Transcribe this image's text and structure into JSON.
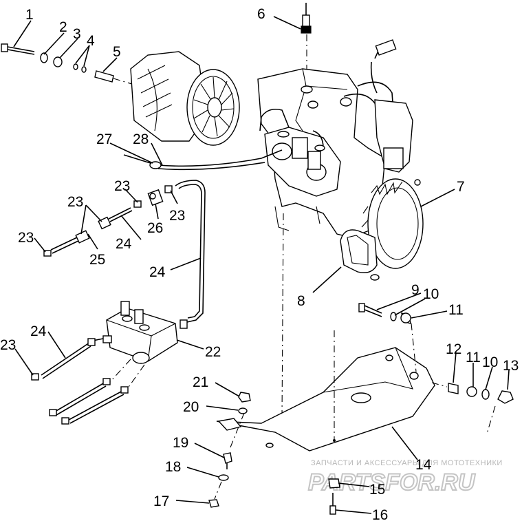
{
  "callouts": [
    {
      "id": "c1",
      "text": "1"
    },
    {
      "id": "c2",
      "text": "2"
    },
    {
      "id": "c3",
      "text": "3"
    },
    {
      "id": "c4",
      "text": "4"
    },
    {
      "id": "c5",
      "text": "5"
    },
    {
      "id": "c6",
      "text": "6"
    },
    {
      "id": "c7",
      "text": "7"
    },
    {
      "id": "c8",
      "text": "8"
    },
    {
      "id": "c9",
      "text": "9"
    },
    {
      "id": "c10a",
      "text": "10"
    },
    {
      "id": "c11a",
      "text": "11"
    },
    {
      "id": "c12",
      "text": "12"
    },
    {
      "id": "c11b",
      "text": "11"
    },
    {
      "id": "c10b",
      "text": "10"
    },
    {
      "id": "c13",
      "text": "13"
    },
    {
      "id": "c14",
      "text": "14"
    },
    {
      "id": "c15",
      "text": "15"
    },
    {
      "id": "c16",
      "text": "16"
    },
    {
      "id": "c17",
      "text": "17"
    },
    {
      "id": "c18",
      "text": "18"
    },
    {
      "id": "c19",
      "text": "19"
    },
    {
      "id": "c20",
      "text": "20"
    },
    {
      "id": "c21",
      "text": "21"
    },
    {
      "id": "c22",
      "text": "22"
    },
    {
      "id": "c23a",
      "text": "23"
    },
    {
      "id": "c23b",
      "text": "23"
    },
    {
      "id": "c23c",
      "text": "23"
    },
    {
      "id": "c23d",
      "text": "23"
    },
    {
      "id": "c23e",
      "text": "23"
    },
    {
      "id": "c24a",
      "text": "24"
    },
    {
      "id": "c24b",
      "text": "24"
    },
    {
      "id": "c24c",
      "text": "24"
    },
    {
      "id": "c25",
      "text": "25"
    },
    {
      "id": "c26",
      "text": "26"
    },
    {
      "id": "c27",
      "text": "27"
    },
    {
      "id": "c28",
      "text": "28"
    }
  ],
  "watermark": {
    "caption": "ЗАПЧАСТИ И АКСЕССУАРЫ ДЛЯ МОТОТЕХНИКИ",
    "logo": "PARTSFOR.RU"
  }
}
